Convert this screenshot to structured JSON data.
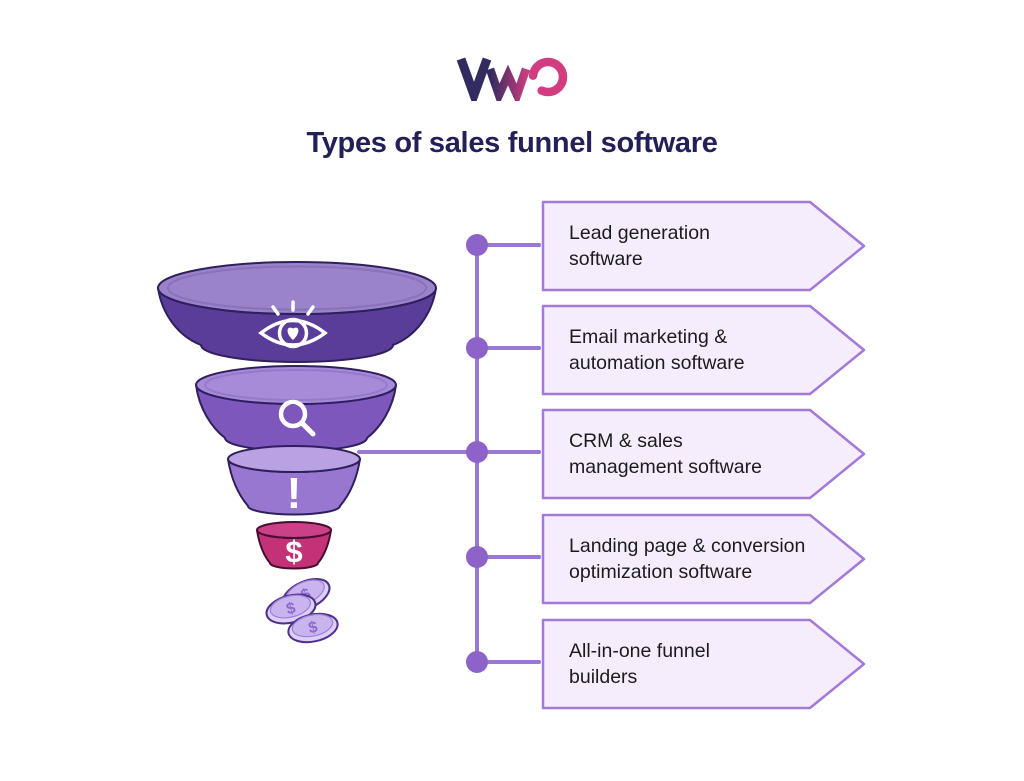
{
  "logo": {
    "brand": "VWO"
  },
  "title": "Types of sales funnel software",
  "funnel": {
    "stages": [
      {
        "icon": "eye-heart-icon",
        "body_color": "#5a3d98",
        "top_color": "#9a83c8"
      },
      {
        "icon": "magnifier-icon",
        "body_color": "#7d57bb",
        "top_color": "#a78bd9"
      },
      {
        "icon": "exclamation-icon",
        "body_color": "#9877d1",
        "top_color": "#b9a1e3"
      },
      {
        "icon": "dollar-icon",
        "body_color": "#c33277",
        "top_color": "#cb4187"
      }
    ],
    "outcome_icon": "coins-icon"
  },
  "connector": {
    "line_color": "#9b77d4",
    "dot_color": "#8d63c9"
  },
  "labels": [
    {
      "line1": "Lead generation",
      "line2": "software"
    },
    {
      "line1": "Email marketing &",
      "line2": "automation software"
    },
    {
      "line1": "CRM & sales",
      "line2": "management software"
    },
    {
      "line1": "Landing page & conversion",
      "line2": "optimization software"
    },
    {
      "line1": "All-in-one funnel",
      "line2": "builders"
    }
  ],
  "colors": {
    "title_text": "#232058",
    "logo_navy": "#312b60",
    "logo_pink": "#d23d82",
    "label_fill": "#f5edfc",
    "label_border": "#a37ad7",
    "label_text": "#1c1c1e",
    "background": "#ffffff"
  }
}
